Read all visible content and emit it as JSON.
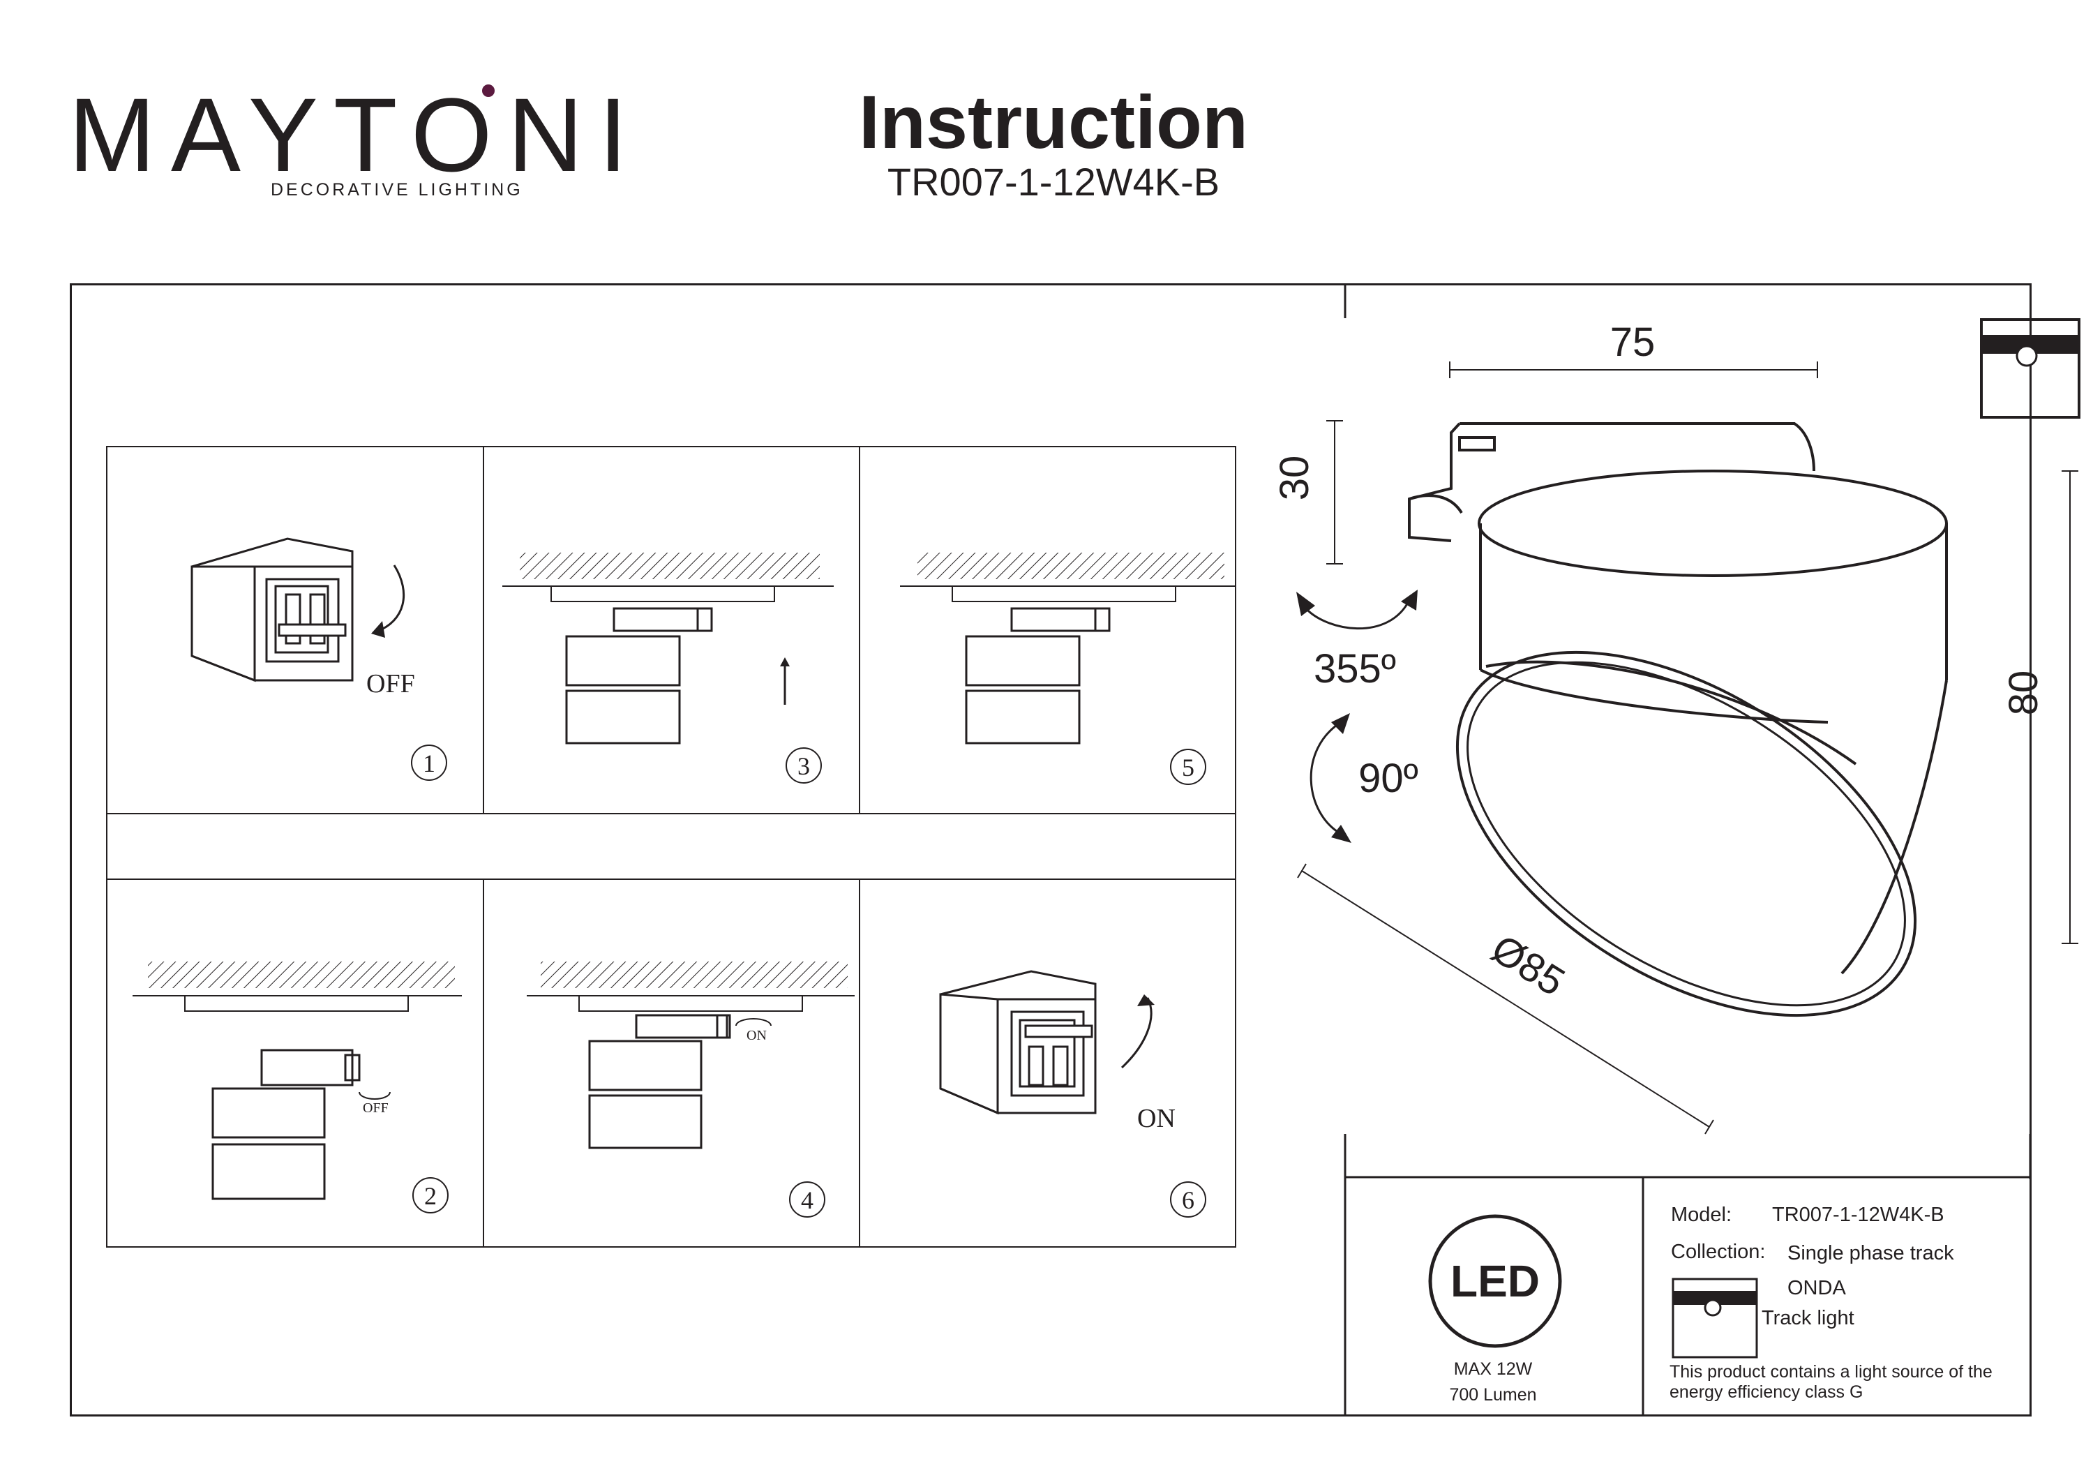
{
  "header": {
    "brand": "MAYTONI",
    "brand_tagline": "DECORATIVE LIGHTING",
    "title": "Instruction",
    "model_code": "TR007-1-12W4K-B"
  },
  "steps": [
    {
      "number": "1",
      "label": "OFF"
    },
    {
      "number": "2",
      "label": "OFF"
    },
    {
      "number": "3",
      "label": ""
    },
    {
      "number": "4",
      "label": "ON"
    },
    {
      "number": "5",
      "label": ""
    },
    {
      "number": "6",
      "label": "ON"
    }
  ],
  "dimensions": {
    "width": "75",
    "height_top": "30",
    "height_total": "80",
    "diameter": "Ø85",
    "rotation_horizontal": "355º",
    "rotation_vertical": "90º"
  },
  "led_badge": {
    "label": "LED",
    "power": "MAX 12W",
    "lumen": "700 Lumen"
  },
  "specs": {
    "model_label": "Model:",
    "model_value": "TR007-1-12W4K-B",
    "collection_label": "Collection:",
    "collection_value": "Single phase track",
    "collection_name": "ONDA",
    "type": "Track light",
    "energy_note": "This product contains a light source of the energy efficiency class G"
  },
  "colors": {
    "ink": "#231f20",
    "logo_accent": "#5b1a3f"
  }
}
